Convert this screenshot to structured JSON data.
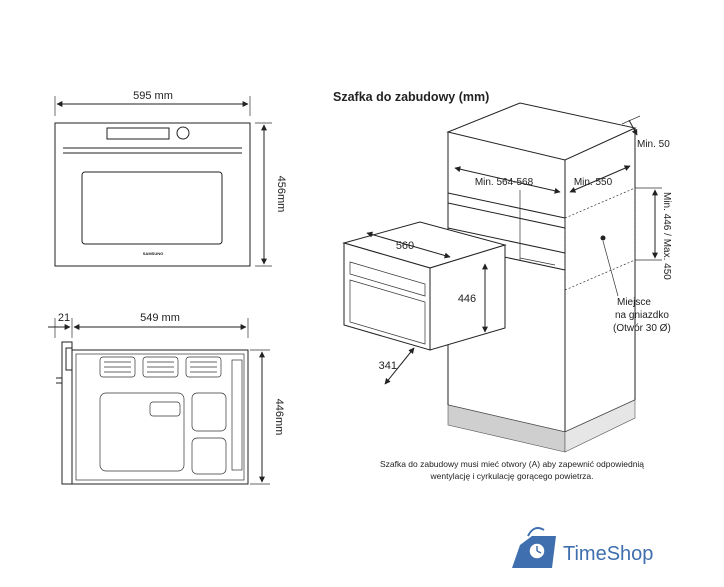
{
  "front_view": {
    "width_label": "595 mm",
    "height_label": "456mm",
    "badge_text": "SAMSUNG"
  },
  "side_view": {
    "offset_label": "21",
    "depth_label": "549 mm",
    "height_label": "446mm"
  },
  "cabinet": {
    "title": "Szafka do zabudowy (mm)",
    "min_top": "Min. 50",
    "depth_range": "Min. 564-568",
    "min_depth": "Min. 550",
    "height_range": "Min. 446 / Max. 450",
    "oven_width": "560",
    "oven_height": "446",
    "oven_depth": "341",
    "socket_label_1": "Miejsce",
    "socket_label_2": "na gniazdko",
    "socket_label_3": "(Otwór 30 Ø)",
    "note_line_1": "Szafka do zabudowy musi mieć otwory (A) aby zapewnić odpowiednią",
    "note_line_2": "wentylację i cyrkulację gorącego powietrza."
  },
  "brand": {
    "name": "TimeShop",
    "icon": "shopping-bag-clock-icon",
    "color": "#3f6fae"
  }
}
